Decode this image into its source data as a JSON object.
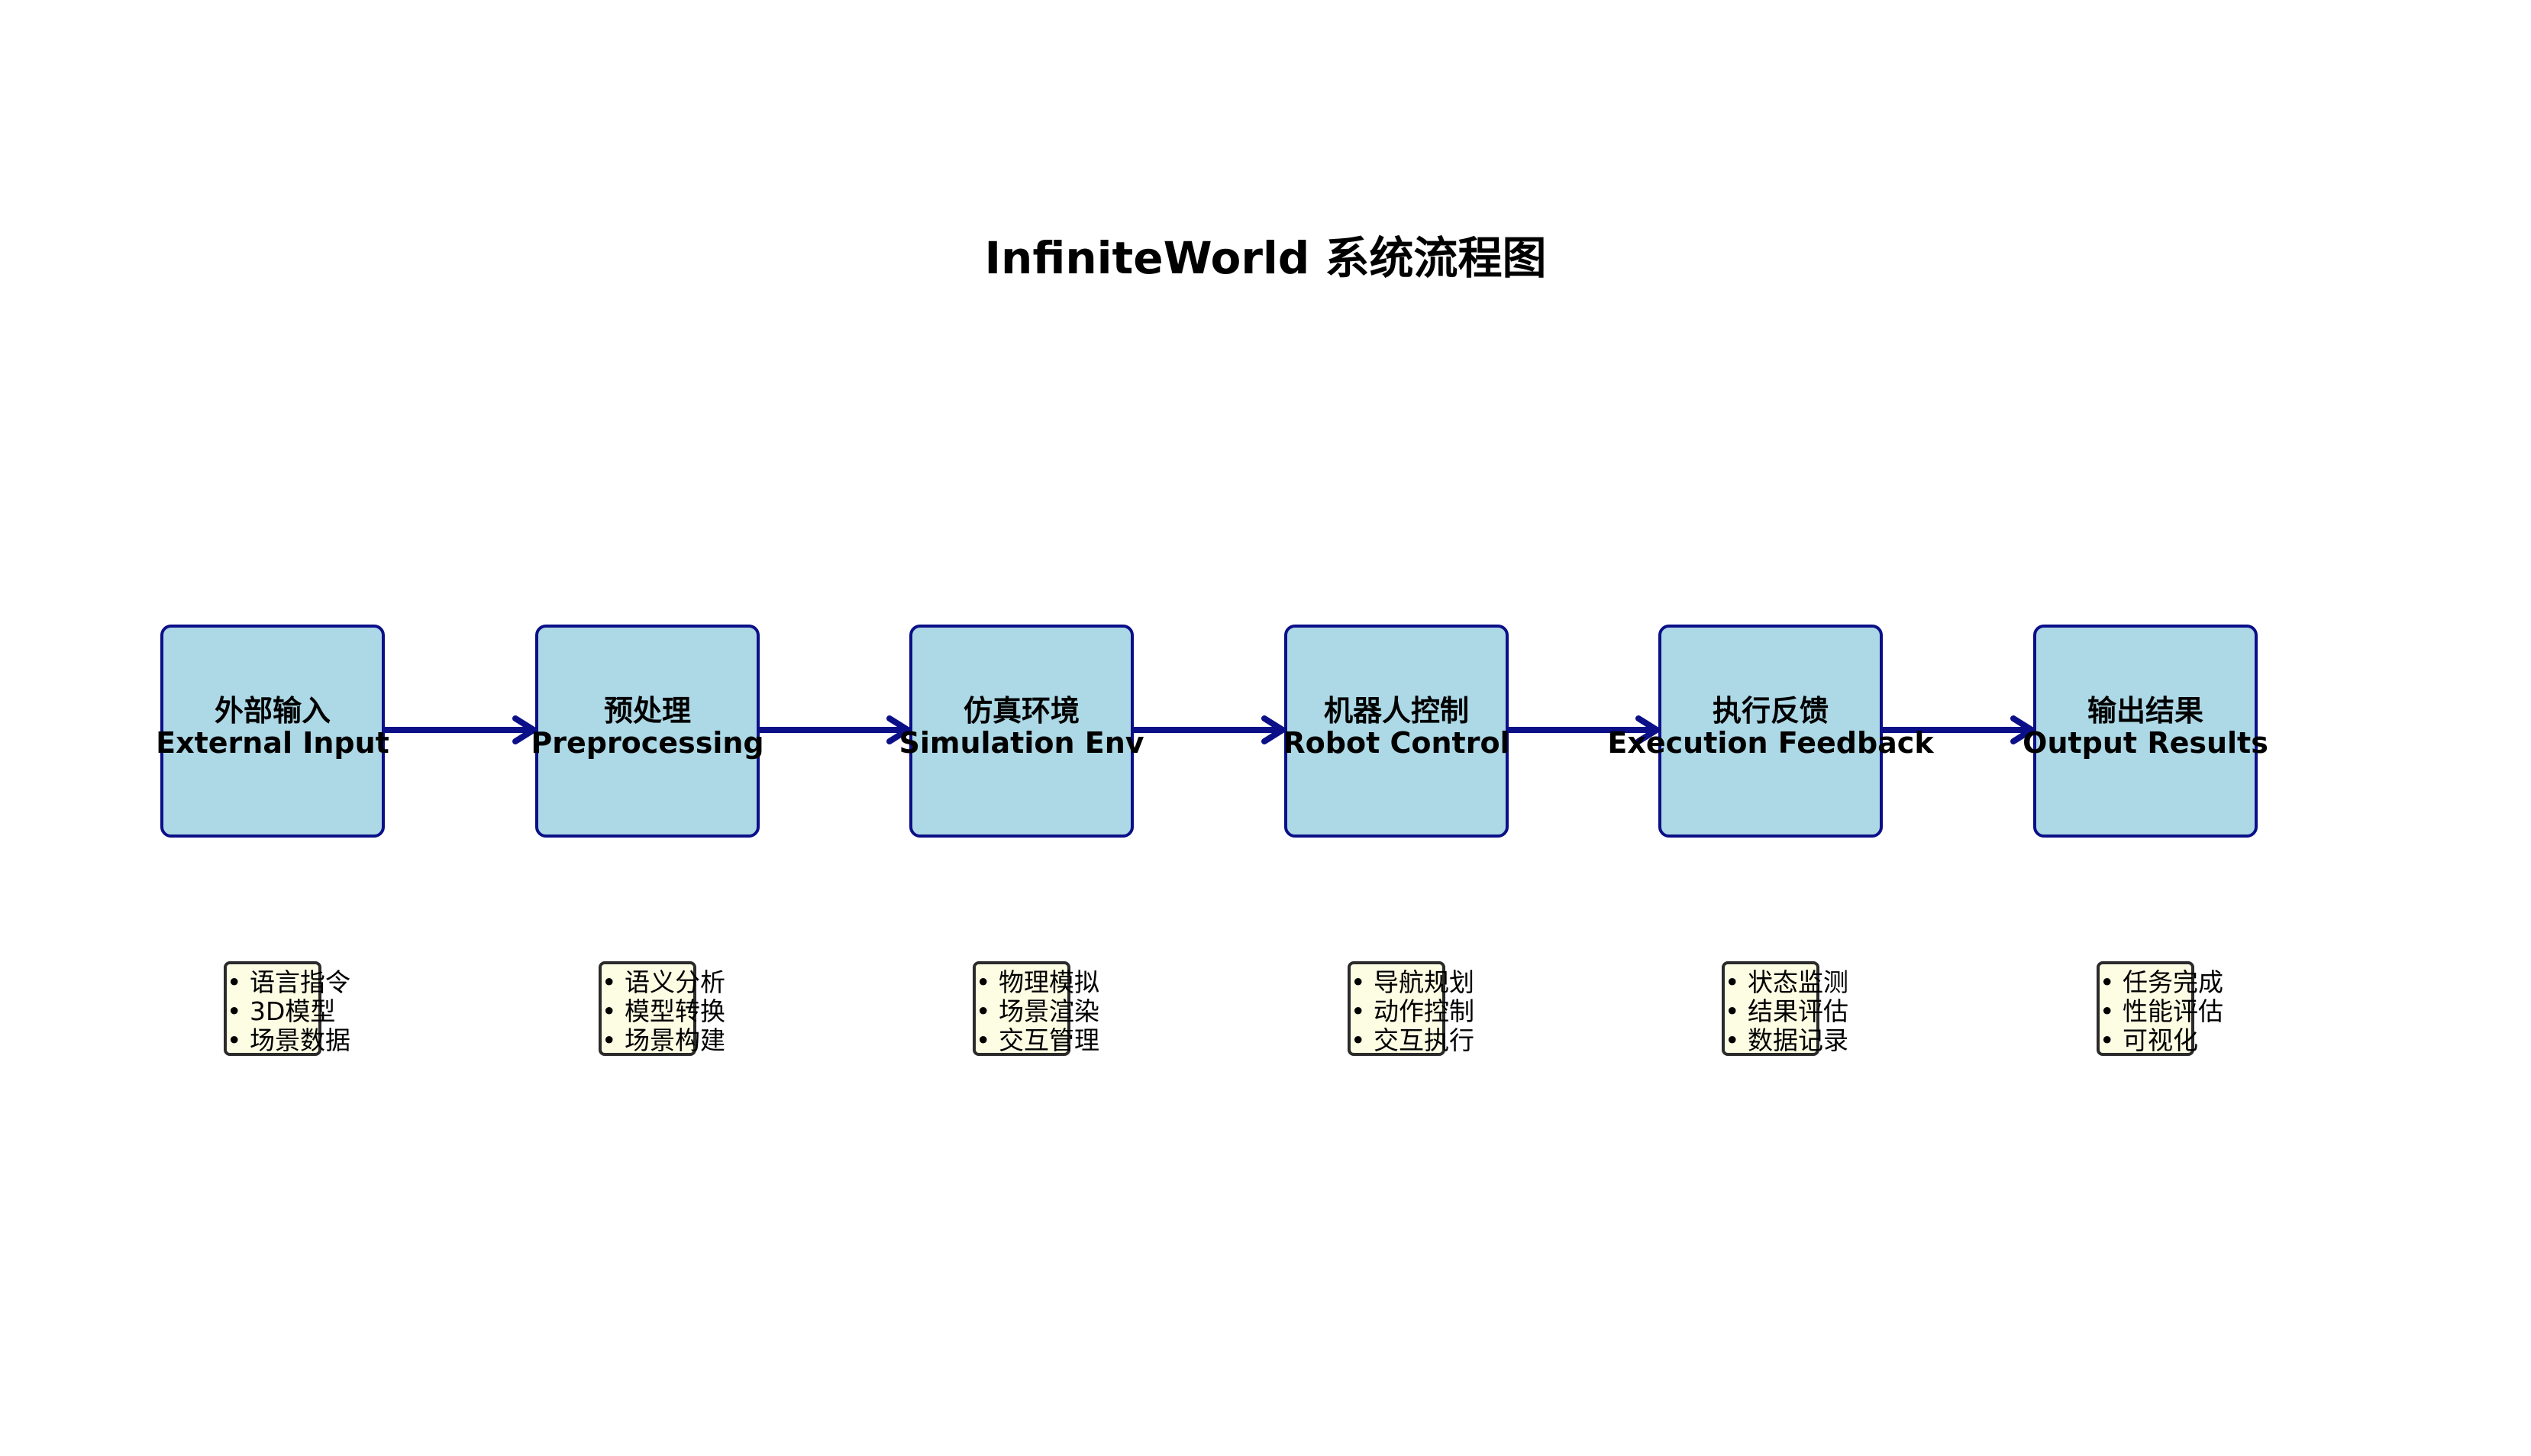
{
  "diagram": {
    "title": "InfiniteWorld 系统流程图",
    "colors": {
      "box_fill": "#add8e6",
      "box_border": "#0b0f88",
      "arrow": "#0b0f88",
      "note_fill": "#fdfde4",
      "note_border": "#2b2b2b"
    },
    "stages": [
      {
        "title_cn": "外部输入",
        "title_en": "External Input",
        "notes": [
          "• 语言指令",
          "• 3D模型",
          "• 场景数据"
        ]
      },
      {
        "title_cn": "预处理",
        "title_en": "Preprocessing",
        "notes": [
          "• 语义分析",
          "• 模型转换",
          "• 场景构建"
        ]
      },
      {
        "title_cn": "仿真环境",
        "title_en": "Simulation Env",
        "notes": [
          "• 物理模拟",
          "• 场景渲染",
          "• 交互管理"
        ]
      },
      {
        "title_cn": "机器人控制",
        "title_en": "Robot Control",
        "notes": [
          "• 导航规划",
          "• 动作控制",
          "• 交互执行"
        ]
      },
      {
        "title_cn": "执行反馈",
        "title_en": "Execution Feedback",
        "notes": [
          "• 状态监测",
          "• 结果评估",
          "• 数据记录"
        ]
      },
      {
        "title_cn": "输出结果",
        "title_en": "Output Results",
        "notes": [
          "• 任务完成",
          "• 性能评估",
          "• 可视化"
        ]
      }
    ],
    "connections": [
      {
        "from": 0,
        "to": 1
      },
      {
        "from": 1,
        "to": 2
      },
      {
        "from": 2,
        "to": 3
      },
      {
        "from": 3,
        "to": 4
      },
      {
        "from": 4,
        "to": 5
      }
    ]
  }
}
